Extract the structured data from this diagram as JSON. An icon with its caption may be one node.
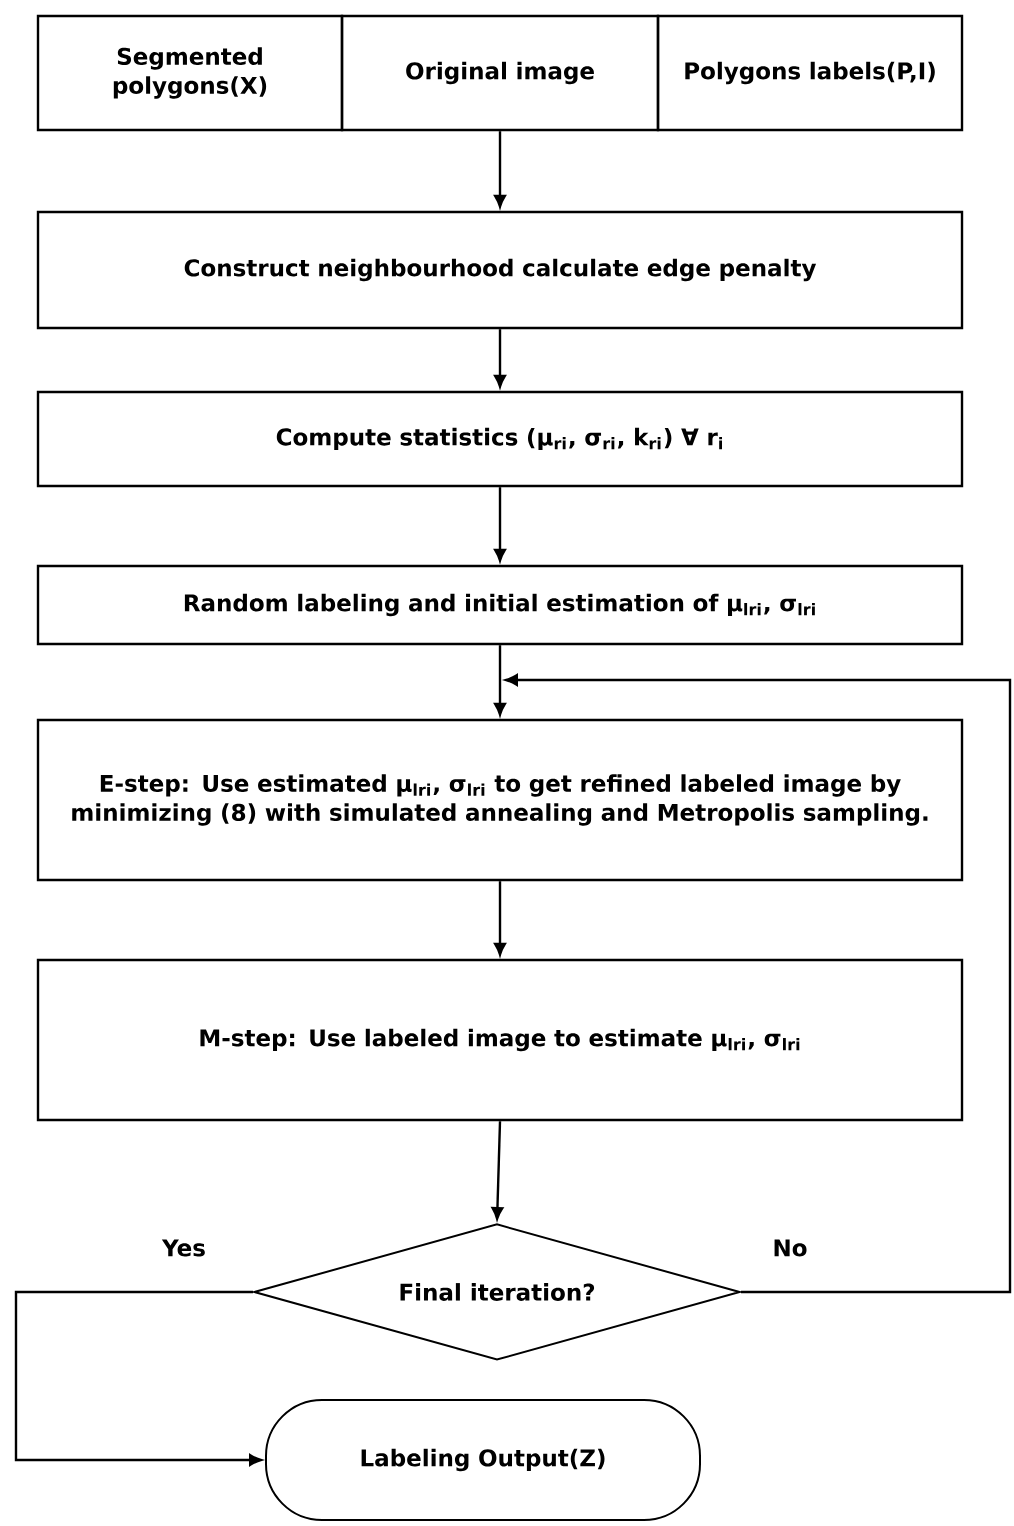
{
  "diagram": {
    "nodes": [
      {
        "text": [
          "Segmented polygons(X)"
        ]
      },
      {
        "text": [
          "Original image"
        ]
      },
      {
        "text": [
          "Polygons labels(P,I)"
        ]
      },
      {
        "text": [
          "Construct neighbourhood calculate edge penalty"
        ]
      },
      {
        "text": [
          "Compute statistics (μ$_{ri}$, σ$_{ri}$, k$_{ri}$) ∀ r$_{i}$"
        ]
      },
      {
        "text": [
          "Random labeling and initial estimation of μ$_{lri}$, σ$_{lri}$"
        ]
      },
      {
        "text": [
          "E-step: Use estimated μ$_{lri}$, σ$_{lri}$ to get refined labeled image by minimizing (8) with simulated annealing and Metropolis sampling."
        ]
      },
      {
        "text": [
          "M-step: Use labeled image to estimate μ$_{lri}$, σ$_{lri}$"
        ]
      },
      {
        "text": [
          "Final iteration?"
        ]
      },
      {
        "text": [
          "Labeling Output(Z)"
        ]
      }
    ],
    "edges": [
      {
        "from": 1,
        "to": 3,
        "arrow": "to"
      },
      {
        "from": 3,
        "to": 4,
        "arrow": "to"
      },
      {
        "from": 4,
        "to": 5,
        "arrow": "to"
      },
      {
        "from": 5,
        "to": 6,
        "arrow": "to"
      },
      {
        "from": 6,
        "to": 7,
        "arrow": "to"
      },
      {
        "from": 7,
        "to": 8,
        "arrow": "to"
      },
      {
        "from": 8,
        "to": 9,
        "arrow": "to",
        "label": "Yes"
      },
      {
        "from": 8,
        "to": 6,
        "arrow": "to",
        "label": "No"
      }
    ]
  }
}
